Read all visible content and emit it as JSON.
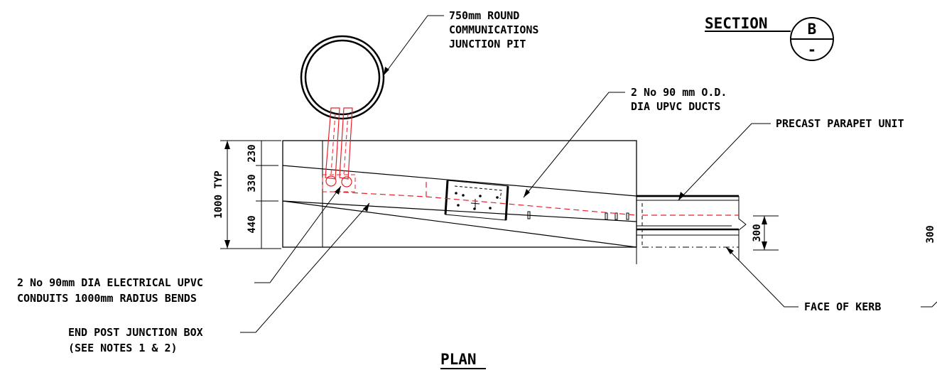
{
  "title": "PLAN",
  "section": {
    "label": "SECTION",
    "letter": "B",
    "sheet": "-"
  },
  "labels": {
    "pit": [
      "750mm ROUND",
      "COMMUNICATIONS",
      "JUNCTION PIT"
    ],
    "ducts": [
      "2 No 90 mm O.D.",
      "DIA UPVC DUCTS"
    ],
    "parapet": [
      "PRECAST PARAPET UNIT"
    ],
    "conduits": [
      "2 No 90mm DIA ELECTRICAL UPVC",
      "CONDUITS 1000mm RADIUS BENDS"
    ],
    "junction_box": [
      "END POST JUNCTION BOX",
      "(SEE NOTES 1 & 2)"
    ],
    "kerb": [
      "FACE OF KERB"
    ]
  },
  "dimensions": {
    "overall": "1000 TYP",
    "seg1": "230",
    "seg2": "330",
    "seg3": "440",
    "kerb_offset": "300",
    "kerb_offset_right": "300"
  },
  "colors": {
    "linework": "#000000",
    "services": "#e8202a",
    "background": "#ffffff"
  }
}
